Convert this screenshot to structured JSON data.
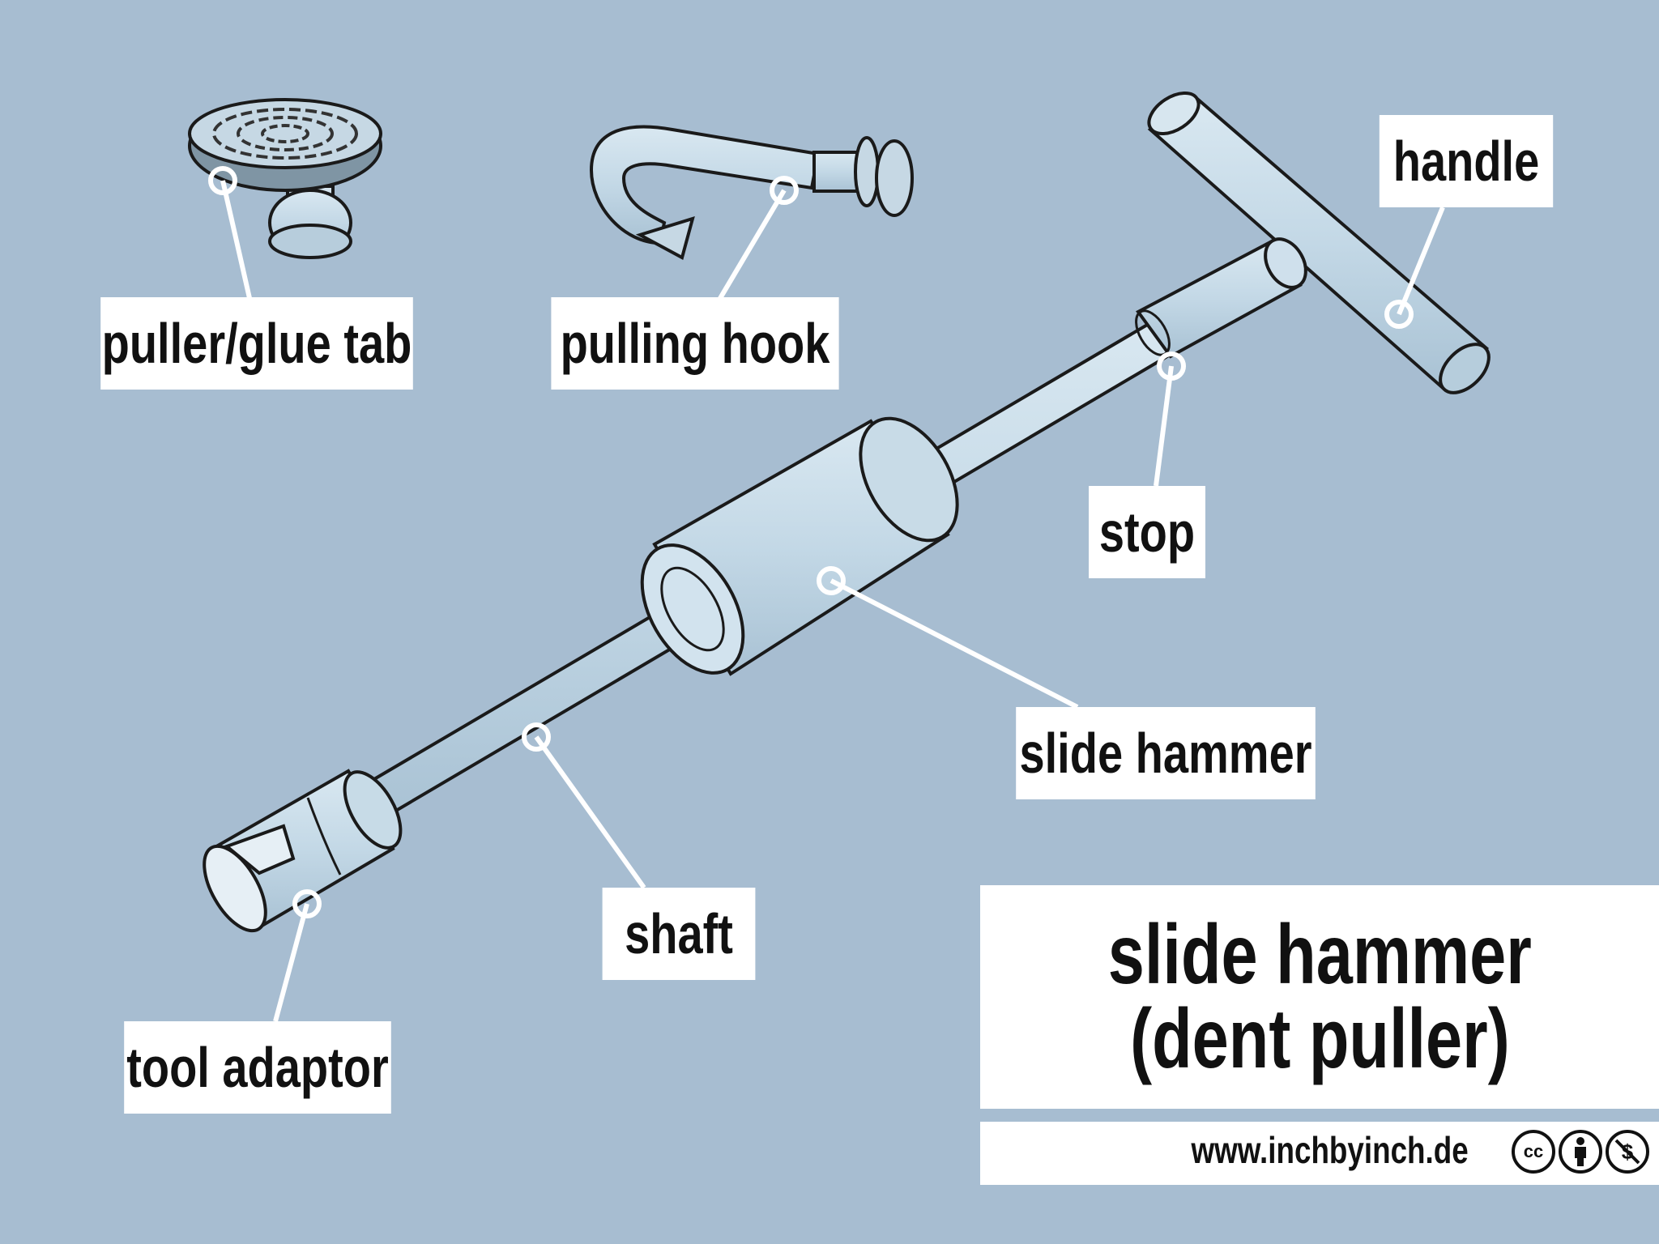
{
  "labels": {
    "puller_glue_tab": "puller/glue tab",
    "pulling_hook": "pulling hook",
    "handle": "handle",
    "stop": "stop",
    "slide_hammer": "slide hammer",
    "shaft": "shaft",
    "tool_adaptor": "tool adaptor"
  },
  "title": {
    "line1": "slide hammer",
    "line2": "(dent puller)"
  },
  "footer": {
    "website": "www.inchbyinch.de",
    "license_icons": [
      "cc-icon",
      "attribution-icon",
      "non-commercial-icon"
    ],
    "cc_text": "cc"
  },
  "colors": {
    "background": "#a7bdd1",
    "label_bg": "#ffffff",
    "tool_fill": "#c6dbe8",
    "outline": "#1a1a1a"
  }
}
